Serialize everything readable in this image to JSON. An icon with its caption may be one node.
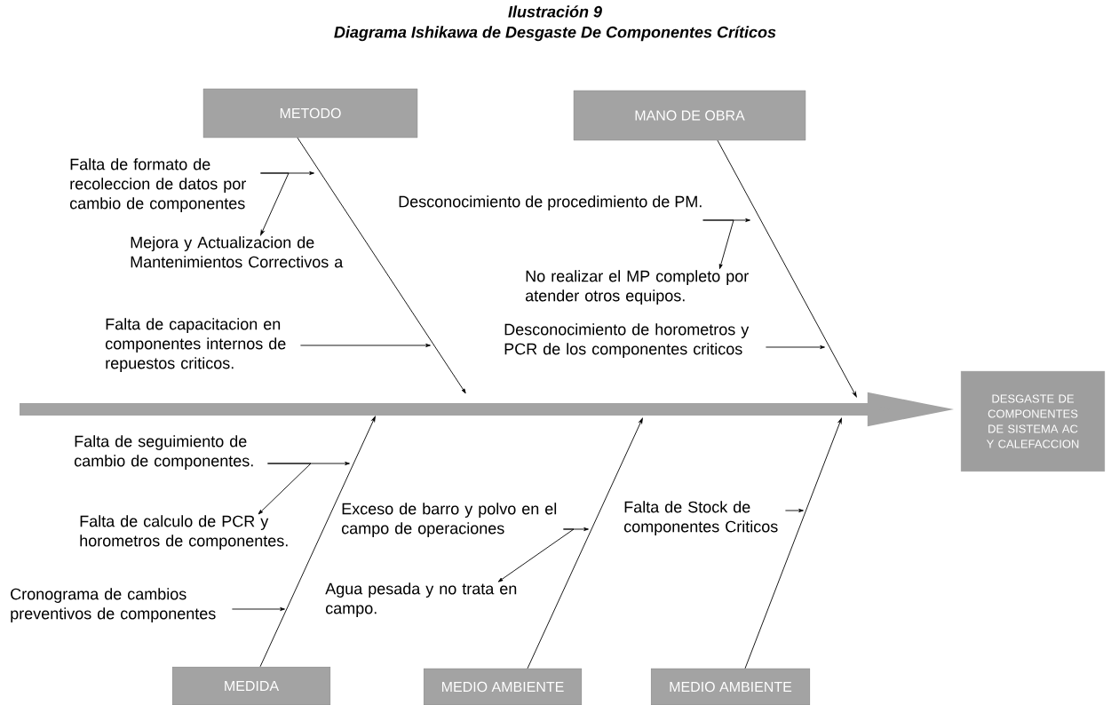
{
  "diagram": {
    "title": "Diagrama Ishikawa de Desgaste De Componentes Críticos",
    "nodes": [
      {
        "text": [
          "METODO"
        ]
      },
      {
        "text": [
          "MANO DE OBRA"
        ]
      },
      {
        "text": [
          "MEDIDA"
        ]
      },
      {
        "text": [
          "MEDIO AMBIENTE"
        ]
      },
      {
        "text": [
          "MEDIO AMBIENTE"
        ]
      },
      {
        "text": [
          "DESGASTE DE COMPONENTES DE SISTEMA AC Y CALEFACCION"
        ]
      },
      {
        "text": [
          "Falta de formato de recoleccion de datos por cambio de componentes"
        ]
      },
      {
        "text": [
          "Mejora y Actualizacion de Mantenimientos Correctivos a"
        ]
      },
      {
        "text": [
          "Falta de capacitacion en componentes internos de repuestos criticos."
        ]
      },
      {
        "text": [
          "Desconocimiento de procedimiento de PM."
        ]
      },
      {
        "text": [
          "No realizar el MP completo por atender otros equipos."
        ]
      },
      {
        "text": [
          "Desconocimiento de horometros y PCR de los componentes criticos"
        ]
      },
      {
        "text": [
          "Falta de seguimiento de cambio de componentes."
        ]
      },
      {
        "text": [
          "Falta de calculo de PCR y horometros de componentes."
        ]
      },
      {
        "text": [
          "Cronograma de cambios preventivos de componentes"
        ]
      },
      {
        "text": [
          "Exceso de barro y polvo en el campo de operaciones"
        ]
      },
      {
        "text": [
          "Agua pesada y no trata en campo."
        ]
      },
      {
        "text": [
          "Falta de Stock de componentes Criticos"
        ]
      }
    ],
    "edges": [
      {
        "from": null,
        "to": 5,
        "arrow": "to",
        "style": "thick",
        "color": "#a3a3a3"
      },
      {
        "from": 0,
        "to": null,
        "arrow": "to"
      },
      {
        "from": 1,
        "to": null,
        "arrow": "to"
      },
      {
        "from": 2,
        "to": null,
        "arrow": "to"
      },
      {
        "from": 3,
        "to": null,
        "arrow": "to"
      },
      {
        "from": 4,
        "to": null,
        "arrow": "to"
      },
      {
        "from": 6,
        "to": null,
        "arrow": "to"
      },
      {
        "from": 6,
        "to": 7,
        "arrow": "to"
      },
      {
        "from": 8,
        "to": null,
        "arrow": "to"
      },
      {
        "from": 9,
        "to": null,
        "arrow": "to"
      },
      {
        "from": 9,
        "to": 10,
        "arrow": "to"
      },
      {
        "from": 11,
        "to": null,
        "arrow": "to"
      },
      {
        "from": 12,
        "to": null,
        "arrow": "to"
      },
      {
        "from": 12,
        "to": 13,
        "arrow": "to"
      },
      {
        "from": 14,
        "to": null,
        "arrow": "to"
      },
      {
        "from": 15,
        "to": null,
        "arrow": "to"
      },
      {
        "from": 15,
        "to": 16,
        "arrow": "to"
      },
      {
        "from": 17,
        "to": null,
        "arrow": "to"
      }
    ],
    "labels": [
      "Ilustración 9"
    ]
  }
}
